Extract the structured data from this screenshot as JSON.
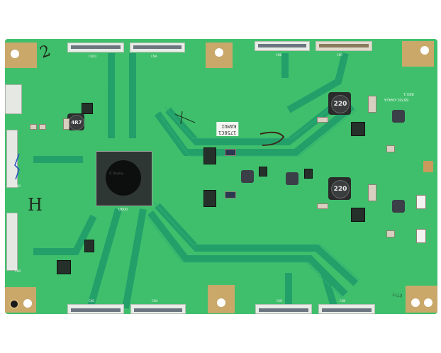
{
  "image": {
    "subject": "TV T-CON circuit board (green PCB) photographed on white background",
    "background_color": "#ffffff",
    "board_color": "#3fbf6c",
    "trace_color": "#1f9a6a",
    "pad_color": "#c9a86a"
  },
  "board": {
    "main_chip": {
      "label": "IC Display",
      "silk": "U600"
    },
    "inductors": [
      {
        "id": "inductor-top",
        "marking": "220"
      },
      {
        "id": "inductor-bottom",
        "marking": "220"
      },
      {
        "id": "inductor-left",
        "marking": "4R7"
      }
    ],
    "label_sticker": {
      "line1": "1758C1",
      "line2": "KAMUI"
    },
    "silkscreen_text": {
      "model_line1": "6870C-0441A",
      "model_line2": "REV-1",
      "lot": "ETTT"
    },
    "top_connectors": [
      "CN10",
      "CN9",
      "CN8",
      "CN7"
    ],
    "bottom_connectors": [
      "CN3",
      "CN4",
      "CN5",
      "CN6"
    ],
    "left_connectors": [
      "CN1",
      "CN2"
    ],
    "handwritten_marks": [
      "2",
      "H",
      "2"
    ]
  }
}
